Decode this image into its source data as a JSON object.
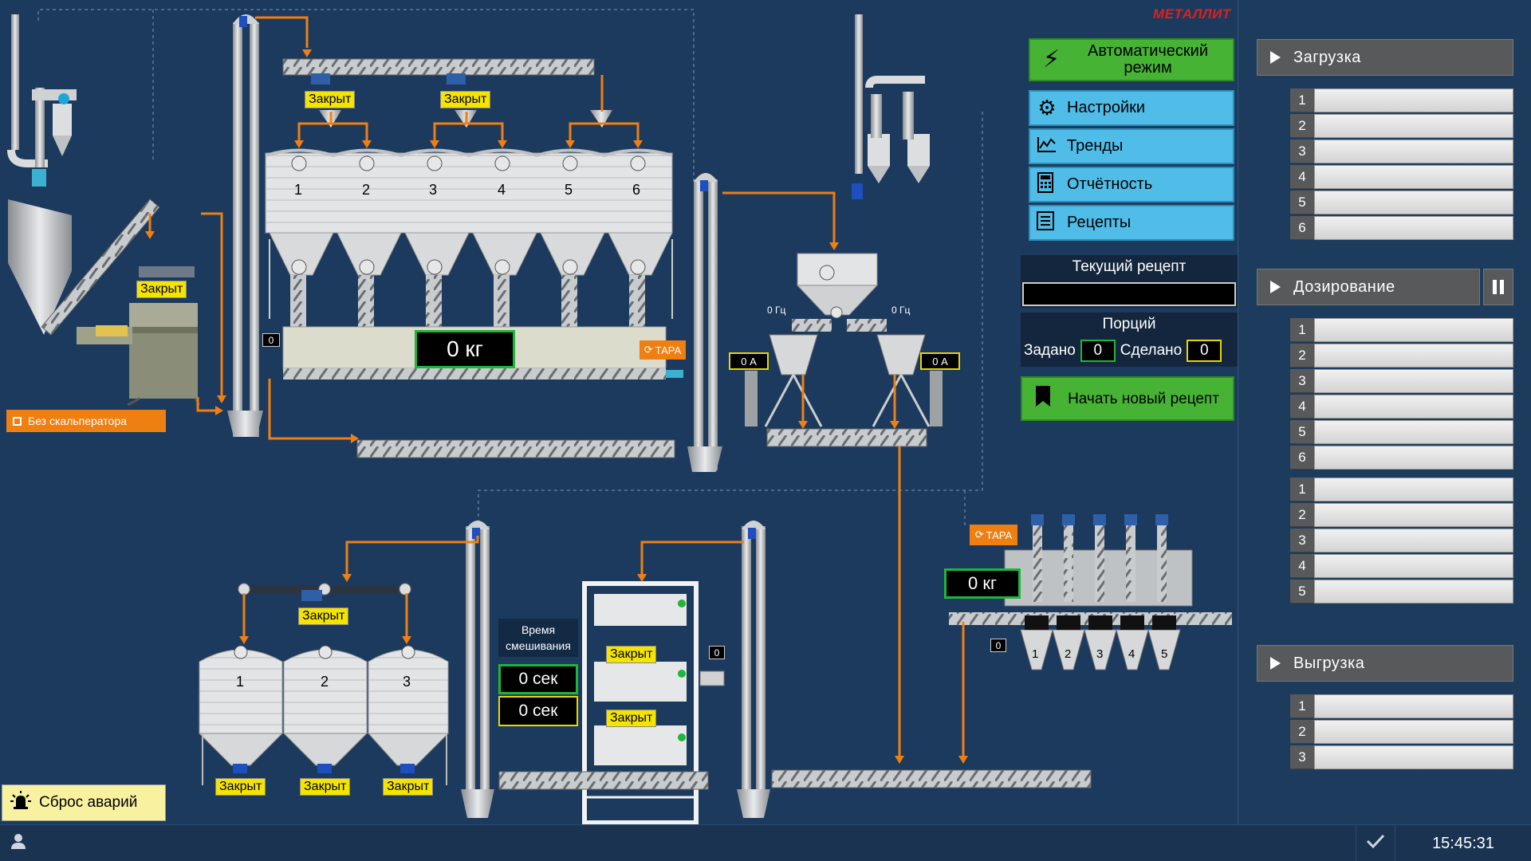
{
  "brand": "МЕТАЛЛИТ",
  "colors": {
    "background": "#1c3a5e",
    "accent_orange": "#f07f12",
    "green": "#47b335",
    "cyan": "#4fbde8",
    "yellow": "#f5e400"
  },
  "top_silo": {
    "valves": [
      "Закрыт",
      "Закрыт"
    ],
    "bins": [
      "1",
      "2",
      "3",
      "4",
      "5",
      "6"
    ],
    "weight": "0 кг",
    "tara": "ТАРА",
    "counter": "0"
  },
  "scalper": {
    "valve": "Закрыт",
    "checkbox_label": "Без скальператора"
  },
  "dosing_unit": {
    "hz_left": "0 Гц",
    "hz_right": "0 Гц",
    "amp_left": "0 А",
    "amp_right": "0 А"
  },
  "bottom_silos": {
    "valve_top": "Закрыт",
    "bins": [
      "1",
      "2",
      "3"
    ],
    "valves": [
      "Закрыт",
      "Закрыт",
      "Закрыт"
    ]
  },
  "mixer": {
    "time_label": "Время смешивания",
    "time_set": "0 сек",
    "time_left": "0 сек",
    "valve_top": "Закрыт",
    "valve_bottom": "Закрыт",
    "counter": "0"
  },
  "micro_dosing": {
    "tara": "ТАРА",
    "weight": "0 кг",
    "counter": "0",
    "bins": [
      "1",
      "2",
      "3",
      "4",
      "5"
    ]
  },
  "controls": {
    "auto_mode": "Автоматический режим",
    "menu": [
      {
        "label": "Настройки",
        "icon": "gear-icon"
      },
      {
        "label": "Тренды",
        "icon": "trend-icon"
      },
      {
        "label": "Отчётность",
        "icon": "calculator-icon"
      },
      {
        "label": "Рецепты",
        "icon": "list-icon"
      }
    ],
    "current_recipe_label": "Текущий рецепт",
    "current_recipe_value": "",
    "portions_label": "Порций",
    "set_label": "Задано",
    "set_value": "0",
    "done_label": "Сделано",
    "done_value": "0",
    "new_recipe": "Начать новый рецепт",
    "reset_alarms": "Сброс аварий"
  },
  "right_panel": {
    "loading": {
      "title": "Загрузка",
      "slots": [
        "1",
        "2",
        "3",
        "4",
        "5",
        "6"
      ]
    },
    "dosing": {
      "title": "Дозирование",
      "slots_a": [
        "1",
        "2",
        "3",
        "4",
        "5",
        "6"
      ],
      "slots_b": [
        "1",
        "2",
        "3",
        "4",
        "5"
      ]
    },
    "unloading": {
      "title": "Выгрузка",
      "slots": [
        "1",
        "2",
        "3"
      ]
    }
  },
  "statusbar": {
    "time": "15:45:31"
  }
}
